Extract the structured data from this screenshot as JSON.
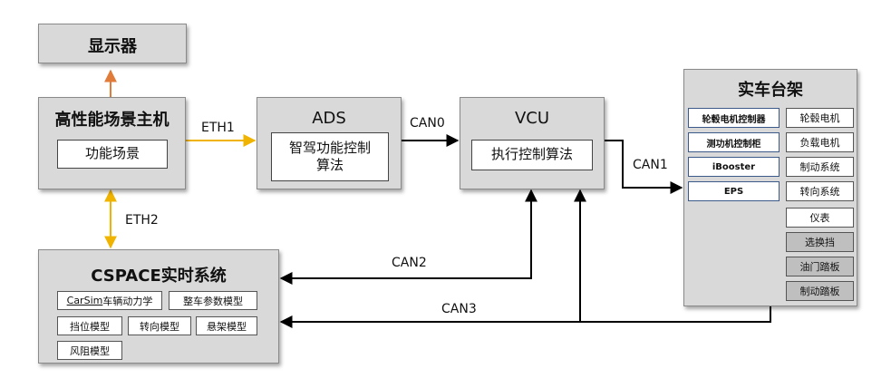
{
  "display": {
    "title": "显示器"
  },
  "host": {
    "title": "高性能场景主机",
    "inner": "功能场景"
  },
  "ads": {
    "title": "ADS",
    "inner": "智驾功能控制\n算法"
  },
  "vcu": {
    "title": "VCU",
    "inner": "执行控制算法"
  },
  "cspace": {
    "title": "CSPACE实时系统",
    "modules": {
      "carsim_prefix": "CarSim",
      "carsim_rest": "车辆动力学",
      "vehicle_params": "整车参数模型",
      "gear": "挡位模型",
      "steering": "转向模型",
      "suspension": "悬架模型",
      "wind": "风阻模型"
    }
  },
  "rig": {
    "title": "实车台架",
    "left": [
      "轮毂电机控制器",
      "测功机控制柜",
      "iBooster",
      "EPS"
    ],
    "right": [
      "轮毂电机",
      "负载电机",
      "制动系统",
      "转向系统"
    ],
    "extra": [
      "仪表",
      "选换挡",
      "油门踏板",
      "制动踏板"
    ]
  },
  "links": {
    "eth1": "ETH1",
    "eth2": "ETH2",
    "can0": "CAN0",
    "can1": "CAN1",
    "can2": "CAN2",
    "can3": "CAN3"
  },
  "colors": {
    "box_fill": "#d9d9d9",
    "eth_link": "#f0b400",
    "display_link": "#e07b39",
    "can_link": "#000000",
    "rig_gray_items": "#bfbfbf"
  }
}
